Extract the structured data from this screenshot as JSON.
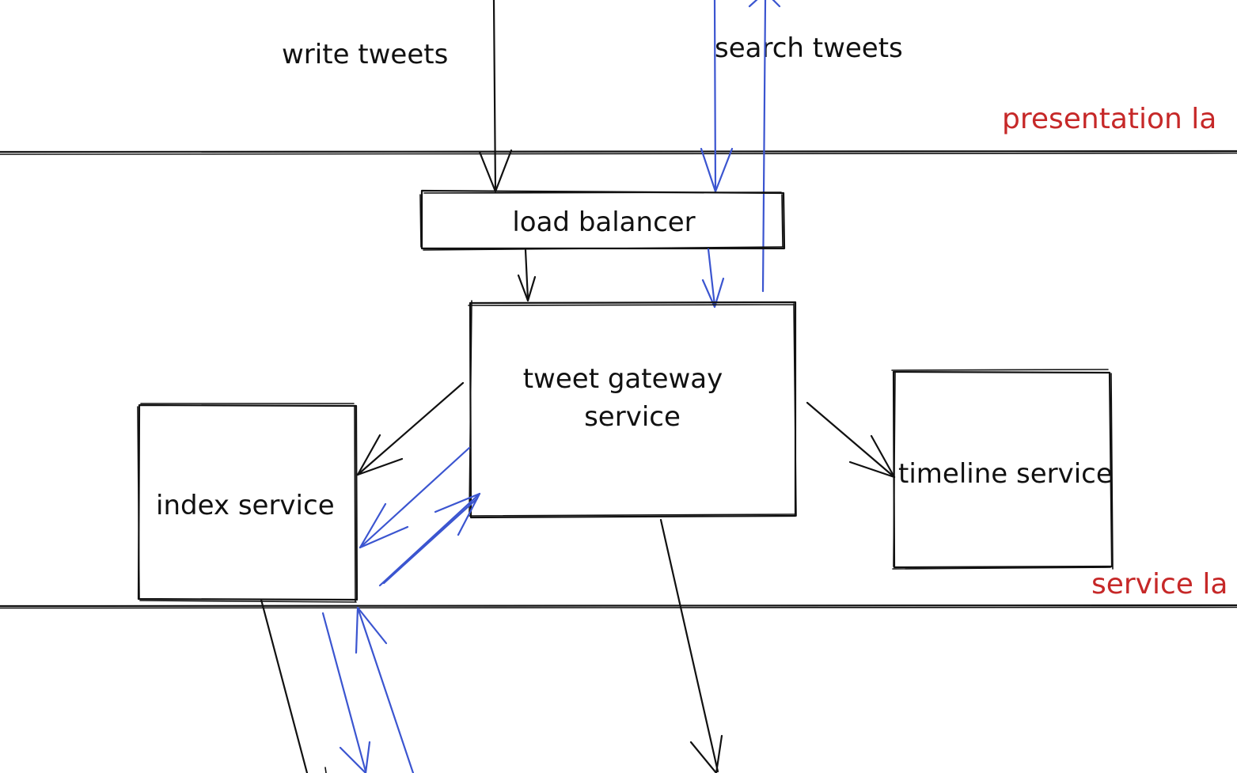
{
  "labels": {
    "write_tweets": "write tweets",
    "search_tweets": "search tweets",
    "presentation_layer": "presentation la",
    "service_layer": "service la"
  },
  "nodes": {
    "load_balancer": "load balancer",
    "tweet_gateway_line1": "tweet gateway",
    "tweet_gateway_line2": "service",
    "index_service": "index service",
    "timeline_service": "timeline service"
  },
  "colors": {
    "ink": "#111111",
    "search_flow": "#3b55d0",
    "layer_label": "#c62828"
  }
}
